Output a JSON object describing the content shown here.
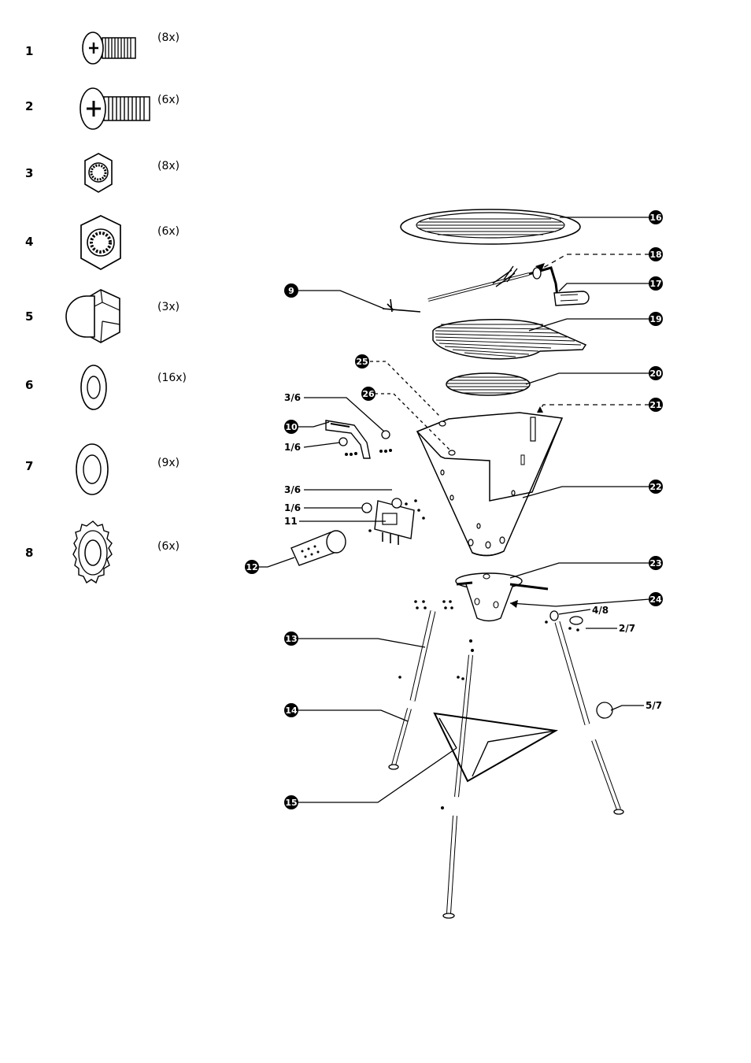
{
  "hardware": [
    {
      "num": "1",
      "qty": "(8x)",
      "icon": "small-screw-icon"
    },
    {
      "num": "2",
      "qty": "(6x)",
      "icon": "large-screw-icon"
    },
    {
      "num": "3",
      "qty": "(8x)",
      "icon": "small-nut-icon"
    },
    {
      "num": "4",
      "qty": "(6x)",
      "icon": "large-nut-icon"
    },
    {
      "num": "5",
      "qty": "(3x)",
      "icon": "cap-nut-icon"
    },
    {
      "num": "6",
      "qty": "(16x)",
      "icon": "small-washer-icon"
    },
    {
      "num": "7",
      "qty": "(9x)",
      "icon": "large-washer-icon"
    },
    {
      "num": "8",
      "qty": "(6x)",
      "icon": "lock-washer-icon"
    }
  ],
  "callouts": {
    "p9": "9",
    "p10": "10",
    "p12": "12",
    "p13": "13",
    "p14": "14",
    "p15": "15",
    "p16": "16",
    "p17": "17",
    "p18": "18",
    "p19": "19",
    "p20": "20",
    "p21": "21",
    "p22": "22",
    "p23": "23",
    "p24": "24",
    "p25": "25",
    "p26": "26"
  },
  "text_labels": {
    "l36a": "3/6",
    "l16a": "1/6",
    "l36b": "3/6",
    "l16b": "1/6",
    "l11": "11",
    "l48": "4/8",
    "l27": "2/7",
    "l57": "5/7"
  }
}
